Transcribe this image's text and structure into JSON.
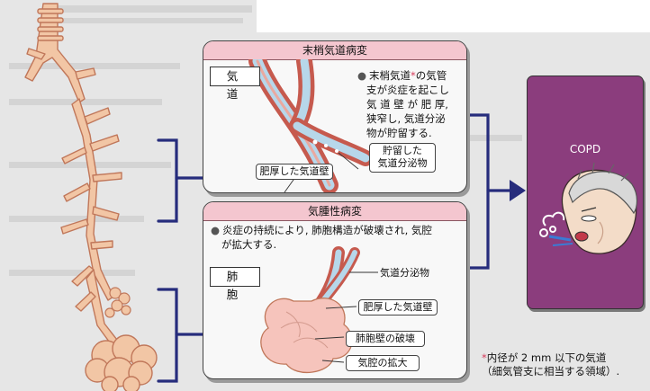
{
  "panel_top": {
    "title": "末梢気道病変",
    "label": "気　道",
    "bullet": [
      "末梢気道",
      "*",
      "の気管",
      "支が炎症を起こし",
      "気 道 壁 が 肥 厚,",
      "狭窄し, 気道分泌",
      "物が貯留する."
    ],
    "callout_secretion": [
      "貯留した",
      "気道分泌物"
    ],
    "callout_wall": "肥厚した気道壁"
  },
  "panel_bottom": {
    "title": "気腫性病変",
    "label": "肺　胞",
    "bullet": [
      "炎症の持続により, 肺胞構造が破壊され, 気腔",
      "が拡大する."
    ],
    "callout_secretion": "気道分泌物",
    "callout_wall": "肥厚した気道壁",
    "callout_destroy": "肺胞壁の破壊",
    "callout_expand": "気腔の拡大"
  },
  "copd": {
    "title": "COPD"
  },
  "footnote": {
    "star": "*",
    "line1": "内径が 2 mm 以下の気道",
    "line2": "（細気管支に相当する領域）."
  },
  "colors": {
    "airway_tree": "#f2c6a5",
    "airway_outline": "#c0775a",
    "bracket": "#262c7c",
    "panel_header": "#f4c6cf",
    "copd_bg": "#8b3d7d",
    "accent_red": "#d63a5a",
    "alveoli": "#f6c4bc"
  }
}
